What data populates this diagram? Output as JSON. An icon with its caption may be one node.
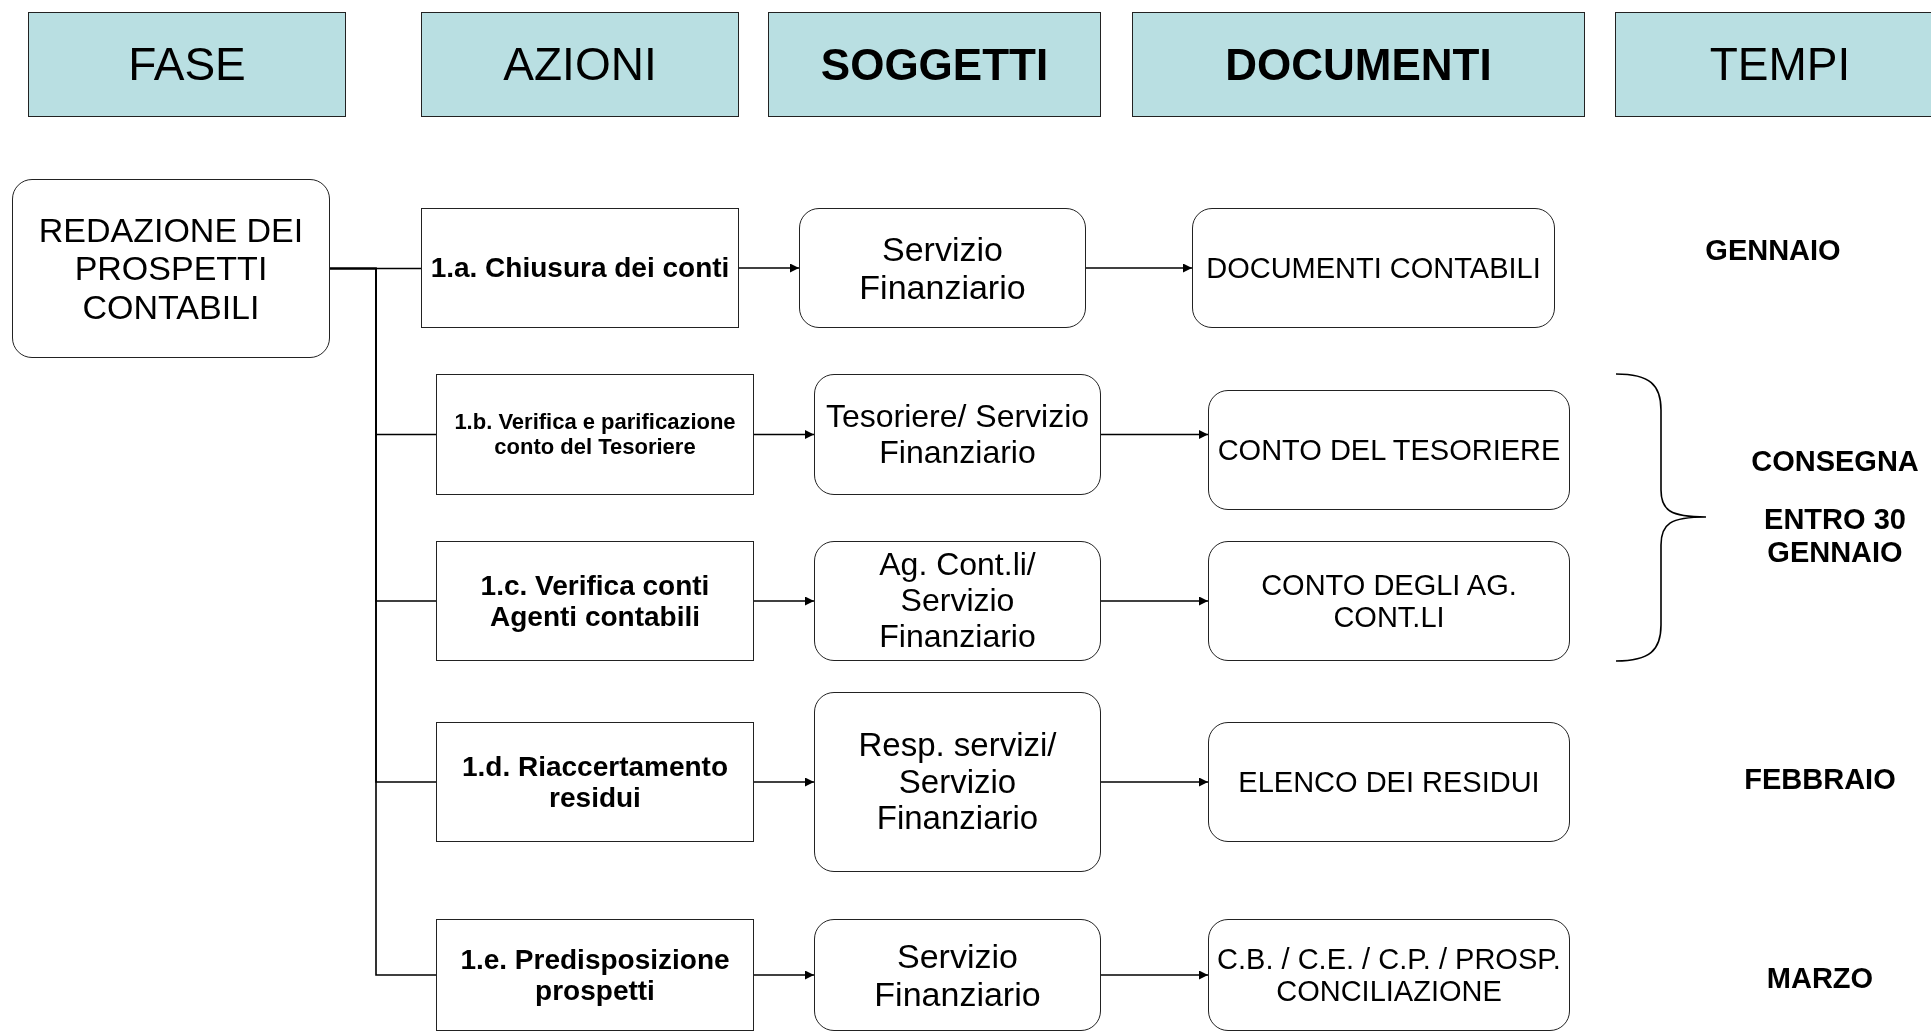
{
  "diagram": {
    "nodes": [
      {
        "text": [
          "FASE"
        ]
      },
      {
        "text": [
          "AZIONI"
        ]
      },
      {
        "text": [
          "SOGGETTI"
        ]
      },
      {
        "text": [
          "DOCUMENTI"
        ]
      },
      {
        "text": [
          "TEMPI"
        ]
      },
      {
        "text": [
          "REDAZIONE DEI PROSPETTI CONTABILI"
        ]
      },
      {
        "text": [
          "1.a. Chiusura dei conti"
        ]
      },
      {
        "text": [
          "Servizio Finanziario"
        ]
      },
      {
        "text": [
          "DOCUMENTI CONTABILI"
        ]
      },
      {
        "text": [
          "1.b. Verifica e parificazione conto del Tesoriere"
        ]
      },
      {
        "text": [
          "Tesoriere/ Servizio Finanziario"
        ]
      },
      {
        "text": [
          "CONTO DEL TESORIERE"
        ]
      },
      {
        "text": [
          "1.c. Verifica conti Agenti contabili"
        ]
      },
      {
        "text": [
          "Ag. Cont.li/ Servizio Finanziario"
        ]
      },
      {
        "text": [
          "CONTO DEGLI AG. CONT.LI"
        ]
      },
      {
        "text": [
          "1.d. Riaccertamento residui"
        ]
      },
      {
        "text": [
          "Resp. servizi/ Servizio Finanziario"
        ]
      },
      {
        "text": [
          "ELENCO DEI RESIDUI"
        ]
      },
      {
        "text": [
          "1.e. Predisposizione prospetti"
        ]
      },
      {
        "text": [
          "Servizio Finanziario"
        ]
      },
      {
        "text": [
          "C.B. / C.E. / C.P. / PROSP. CONCILIAZIONE"
        ]
      }
    ],
    "edges": [
      {
        "from": 5,
        "to": 6,
        "arrow": "none"
      },
      {
        "from": 5,
        "to": 9,
        "arrow": "none"
      },
      {
        "from": 5,
        "to": 12,
        "arrow": "none"
      },
      {
        "from": 5,
        "to": 15,
        "arrow": "none"
      },
      {
        "from": 5,
        "to": 18,
        "arrow": "none"
      },
      {
        "from": 6,
        "to": 7,
        "arrow": "to"
      },
      {
        "from": 7,
        "to": 8,
        "arrow": "to"
      },
      {
        "from": 9,
        "to": 10,
        "arrow": "to"
      },
      {
        "from": 10,
        "to": 11,
        "arrow": "to"
      },
      {
        "from": 12,
        "to": 13,
        "arrow": "to"
      },
      {
        "from": 13,
        "to": 14,
        "arrow": "to"
      },
      {
        "from": 15,
        "to": 16,
        "arrow": "to"
      },
      {
        "from": 16,
        "to": 17,
        "arrow": "to"
      },
      {
        "from": 18,
        "to": 19,
        "arrow": "to"
      },
      {
        "from": 19,
        "to": 20,
        "arrow": "to"
      }
    ],
    "labels": [
      "GENNAIO",
      "CONSEGNA",
      "ENTRO 30 GENNAIO",
      "FEBBRAIO",
      "MARZO"
    ]
  }
}
